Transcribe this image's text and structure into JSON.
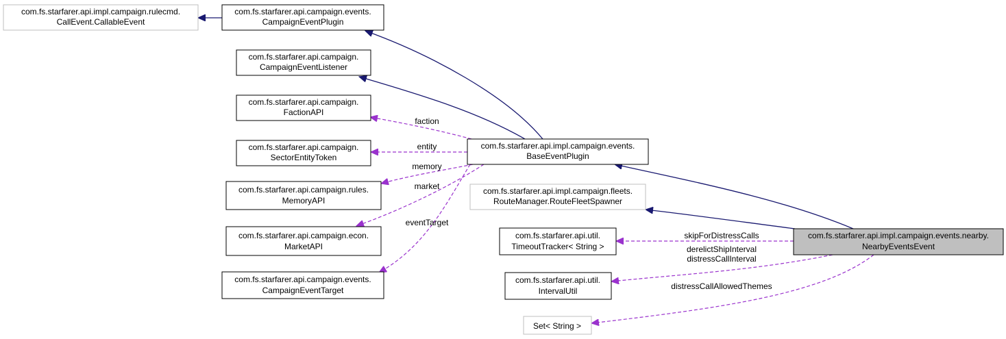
{
  "nodes": {
    "callable_event": [
      "com.fs.starfarer.api.impl.campaign.rulecmd.",
      "CallEvent.CallableEvent"
    ],
    "campaign_event_plugin": [
      "com.fs.starfarer.api.campaign.events.",
      "CampaignEventPlugin"
    ],
    "campaign_event_listener": [
      "com.fs.starfarer.api.campaign.",
      "CampaignEventListener"
    ],
    "faction_api": [
      "com.fs.starfarer.api.campaign.",
      "FactionAPI"
    ],
    "sector_entity_token": [
      "com.fs.starfarer.api.campaign.",
      "SectorEntityToken"
    ],
    "memory_api": [
      "com.fs.starfarer.api.campaign.rules.",
      "MemoryAPI"
    ],
    "market_api": [
      "com.fs.starfarer.api.campaign.econ.",
      "MarketAPI"
    ],
    "campaign_event_target": [
      "com.fs.starfarer.api.campaign.events.",
      "CampaignEventTarget"
    ],
    "base_event_plugin": [
      "com.fs.starfarer.api.impl.campaign.events.",
      "BaseEventPlugin"
    ],
    "route_fleet_spawner": [
      "com.fs.starfarer.api.impl.campaign.fleets.",
      "RouteManager.RouteFleetSpawner"
    ],
    "timeout_tracker": [
      "com.fs.starfarer.api.util.",
      "TimeoutTracker< String >"
    ],
    "interval_util": [
      "com.fs.starfarer.api.util.",
      "IntervalUtil"
    ],
    "set_string": [
      "Set< String >"
    ],
    "nearby_events_event": [
      "com.fs.starfarer.api.impl.campaign.events.nearby.",
      "NearbyEventsEvent"
    ]
  },
  "edge_labels": {
    "faction": "faction",
    "entity": "entity",
    "memory": "memory",
    "market": "market",
    "event_target": "eventTarget",
    "skip_for_distress_calls": "skipForDistressCalls",
    "derelict_ship_interval": "derelictShipInterval",
    "distress_call_interval": "distressCallInterval",
    "distress_call_allowed_themes": "distressCallAllowedThemes"
  },
  "colors": {
    "inheritance_edge": "#191970",
    "association_edge": "#9a32cd",
    "focus_node_fill": "#bfbfbf",
    "external_node_border": "#bfbfbf"
  }
}
